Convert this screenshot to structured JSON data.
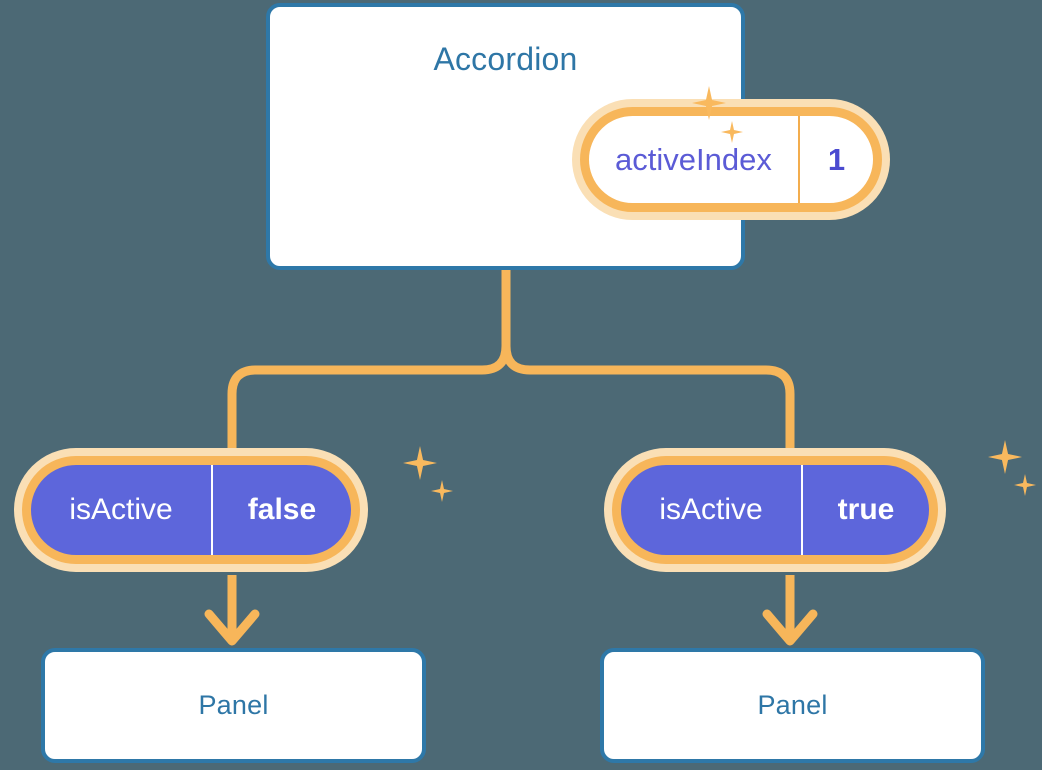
{
  "diagram": {
    "title_node": {
      "name": "Accordion",
      "state": {
        "key": "activeIndex",
        "value": "1"
      }
    },
    "branches": [
      {
        "state": {
          "key": "isActive",
          "value": "false"
        },
        "child": {
          "name": "Panel"
        }
      },
      {
        "state": {
          "key": "isActive",
          "value": "true"
        },
        "child": {
          "name": "Panel"
        }
      }
    ],
    "icons": {
      "sparkle_large": "sparkle-icon",
      "sparkle_small": "sparkle-small-icon",
      "arrow": "arrow-down-icon"
    },
    "colors": {
      "background": "#4c6975",
      "card_border": "#2e78a8",
      "card_title": "#2e76a6",
      "connector": "#f7b65a",
      "ring": "#f7b65a",
      "ring_glow": "#fadfb5",
      "state_fill": "#5d66db",
      "state_text": "#ffffff",
      "accent_value": "#4a4ad0",
      "sparkle": "#f9b95e"
    }
  }
}
